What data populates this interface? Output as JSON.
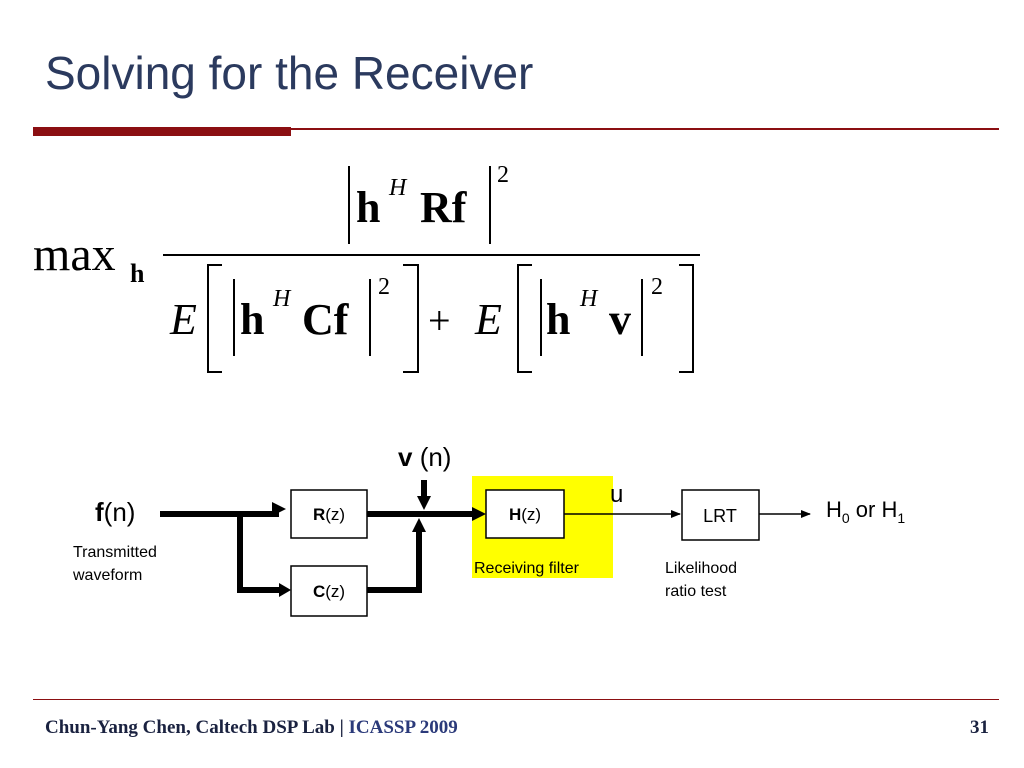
{
  "slide": {
    "title": "Solving for the Receiver",
    "footer_author": "Chun-Yang Chen, Caltech DSP Lab",
    "footer_sep": " | ",
    "footer_conf": "ICASSP 2009",
    "page_number": "31"
  },
  "equation": {
    "operator": "max",
    "operator_sub": "h",
    "num_h": "h",
    "sup_H": "H",
    "num_Rf": "Rf",
    "sq": "2",
    "expect": "E",
    "den_Cf": "Cf",
    "plus": "+",
    "den_v": "v"
  },
  "diagram": {
    "input_bold": "f",
    "input_rest": "(n)",
    "input_caption_1": "Transmitted",
    "input_caption_2": "waveform",
    "noise_bold": "v",
    "noise_rest": " (n)",
    "block_R_bold": "R",
    "block_R_rest": "(z)",
    "block_C_bold": "C",
    "block_C_rest": "(z)",
    "block_H_bold": "H",
    "block_H_rest": "(z)",
    "filter_caption": "Receiving filter",
    "signal_u": "u",
    "block_lrt": "LRT",
    "lrt_caption_1": "Likelihood",
    "lrt_caption_2": "ratio test",
    "out_H": "H",
    "out_sub0": "0",
    "out_or": " or H",
    "out_sub1": "1",
    "highlight_color": "#ffff00",
    "accent_color": "#8b0f12"
  }
}
